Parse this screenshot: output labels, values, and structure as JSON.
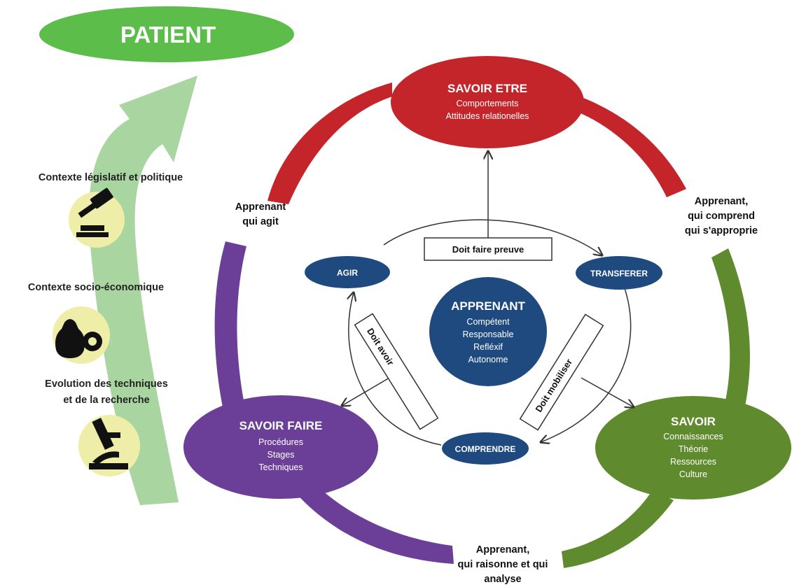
{
  "patient": {
    "label": "PATIENT"
  },
  "contexts": [
    {
      "label": "Contexte législatif et politique",
      "icon": "gavel-icon"
    },
    {
      "label": "Contexte socio-économique",
      "icon": "money-bag-icon"
    },
    {
      "line1": "Evolution des techniques",
      "line2": "et de la recherche",
      "icon": "microscope-icon"
    }
  ],
  "savoir_etre": {
    "title": "SAVOIR ETRE",
    "lines": [
      "Comportements",
      "Attitudes relationelles"
    ]
  },
  "savoir_faire": {
    "title": "SAVOIR FAIRE",
    "lines": [
      "Procédures",
      "Stages",
      "Techniques"
    ]
  },
  "savoir": {
    "title": "SAVOIR",
    "lines": [
      "Connaissances",
      "Théorie",
      "Ressources",
      "Culture"
    ]
  },
  "apprenant": {
    "title": "APPRENANT",
    "lines": [
      "Compétent",
      "Responsable",
      "Refléxif",
      "Autonome"
    ]
  },
  "actions": {
    "agir": "AGIR",
    "transferer": "TRANSFERER",
    "comprendre": "COMPRENDRE"
  },
  "boxes": {
    "preuve": "Doit faire preuve",
    "avoir": "Doit avoir",
    "mobiliser": "Doit mobiliser"
  },
  "annotations": {
    "agit": [
      "Apprenant",
      "qui agit"
    ],
    "comprend": [
      "Apprenant,",
      "qui comprend",
      "qui s'approprie"
    ],
    "raisonne": [
      "Apprenant,",
      "qui raisonne et qui",
      "analyse"
    ]
  },
  "colors": {
    "green_light": "#5cbd4a",
    "arrow_green": "#a9d5a0",
    "red": "#c4252b",
    "purple": "#6b3f98",
    "olive": "#5f8a2d",
    "navy": "#1e4a80",
    "icon_bg": "#eeeea8"
  }
}
